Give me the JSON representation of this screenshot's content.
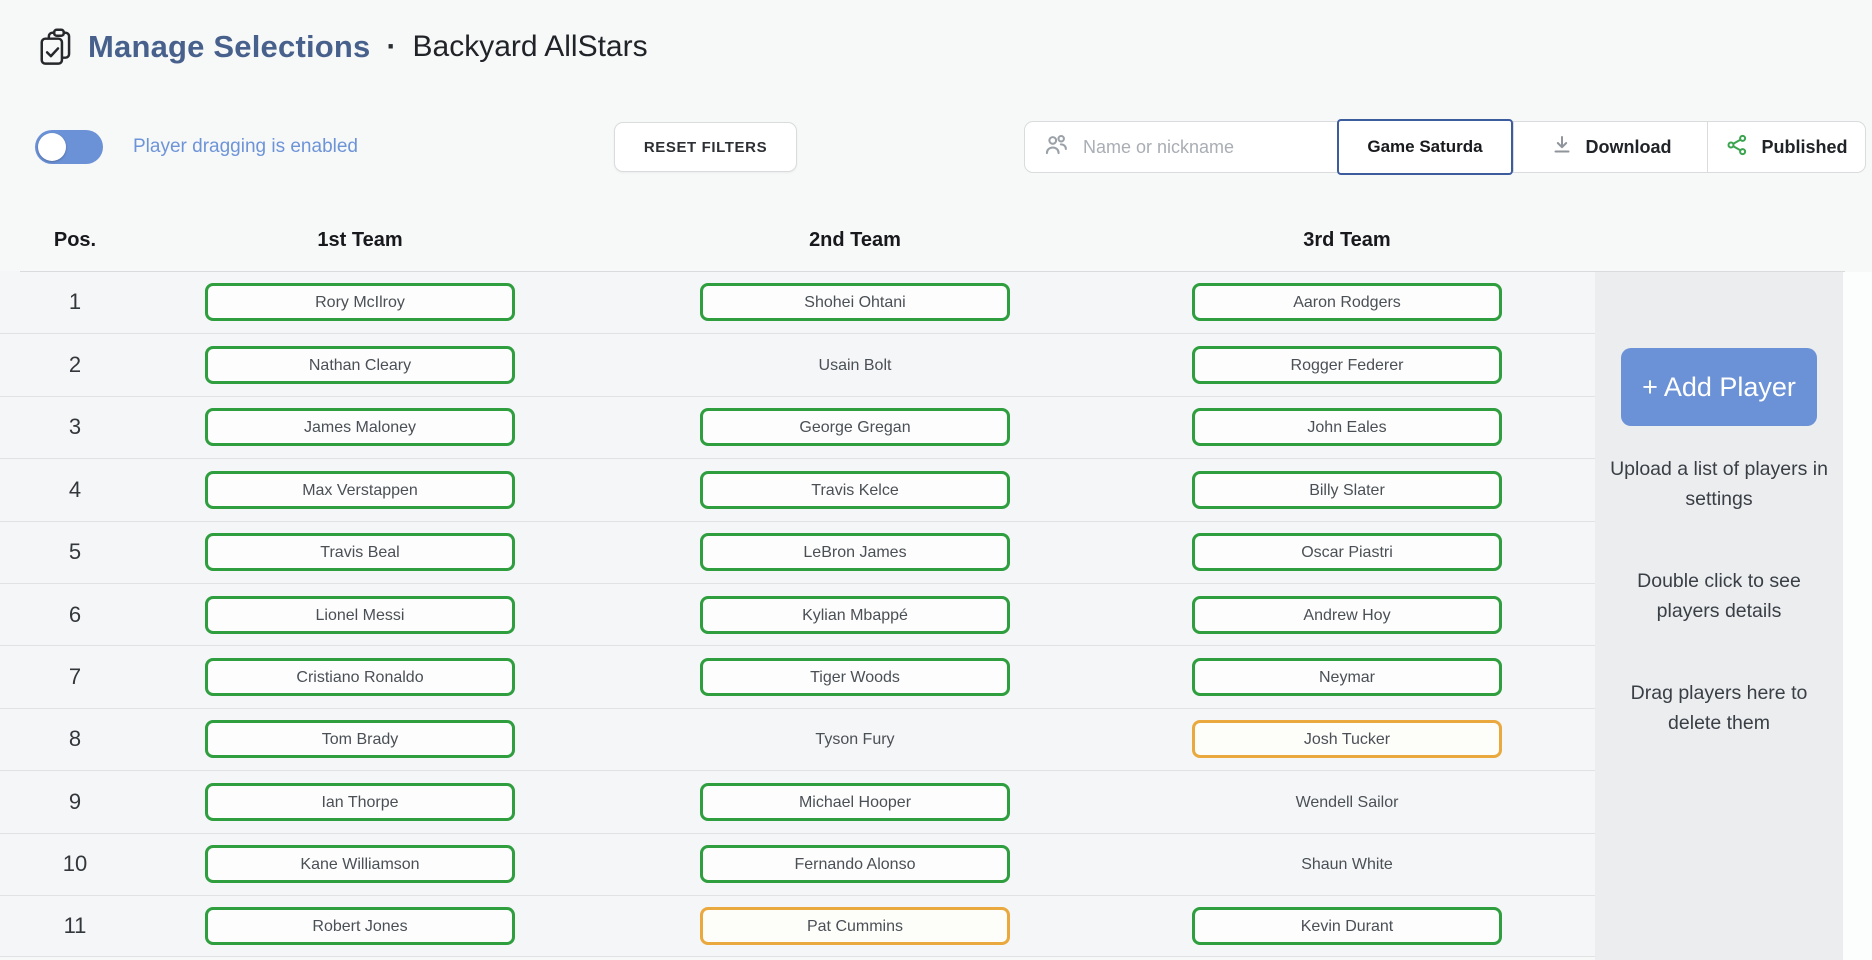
{
  "header": {
    "title": "Manage Selections",
    "separator": "·",
    "subtitle": "Backyard AllStars"
  },
  "toolbar": {
    "toggle_label": "Player dragging is enabled",
    "toggle_state": "on",
    "reset_button": "RESET FILTERS",
    "search_placeholder": "Name or nickname",
    "game_filter": "Game Saturda",
    "download_label": "Download",
    "published_label": "Published"
  },
  "table": {
    "columns": [
      "Pos.",
      "1st Team",
      "2nd Team",
      "3rd Team"
    ],
    "rows": [
      {
        "pos": "1",
        "players": [
          {
            "name": "Rory McIlroy",
            "state": "selected"
          },
          {
            "name": "Shohei Ohtani",
            "state": "selected"
          },
          {
            "name": "Aaron Rodgers",
            "state": "selected"
          }
        ]
      },
      {
        "pos": "2",
        "players": [
          {
            "name": "Nathan Cleary",
            "state": "selected"
          },
          {
            "name": "Usain Bolt",
            "state": "none"
          },
          {
            "name": "Rogger Federer",
            "state": "selected"
          }
        ]
      },
      {
        "pos": "3",
        "players": [
          {
            "name": "James Maloney",
            "state": "selected"
          },
          {
            "name": "George Gregan",
            "state": "selected"
          },
          {
            "name": "John Eales",
            "state": "selected"
          }
        ]
      },
      {
        "pos": "4",
        "players": [
          {
            "name": "Max Verstappen",
            "state": "selected"
          },
          {
            "name": "Travis Kelce",
            "state": "selected"
          },
          {
            "name": "Billy Slater",
            "state": "selected"
          }
        ]
      },
      {
        "pos": "5",
        "players": [
          {
            "name": "Travis Beal",
            "state": "selected"
          },
          {
            "name": "LeBron James",
            "state": "selected"
          },
          {
            "name": "Oscar Piastri",
            "state": "selected"
          }
        ]
      },
      {
        "pos": "6",
        "players": [
          {
            "name": "Lionel Messi",
            "state": "selected"
          },
          {
            "name": "Kylian Mbappé",
            "state": "selected"
          },
          {
            "name": "Andrew Hoy",
            "state": "selected"
          }
        ]
      },
      {
        "pos": "7",
        "players": [
          {
            "name": "Cristiano Ronaldo",
            "state": "selected"
          },
          {
            "name": "Tiger Woods",
            "state": "selected"
          },
          {
            "name": "Neymar",
            "state": "selected"
          }
        ]
      },
      {
        "pos": "8",
        "players": [
          {
            "name": "Tom Brady",
            "state": "selected"
          },
          {
            "name": "Tyson Fury",
            "state": "none"
          },
          {
            "name": "Josh Tucker",
            "state": "warning"
          }
        ]
      },
      {
        "pos": "9",
        "players": [
          {
            "name": "Ian Thorpe",
            "state": "selected"
          },
          {
            "name": "Michael Hooper",
            "state": "selected"
          },
          {
            "name": "Wendell Sailor",
            "state": "none"
          }
        ]
      },
      {
        "pos": "10",
        "players": [
          {
            "name": "Kane Williamson",
            "state": "selected"
          },
          {
            "name": "Fernando Alonso",
            "state": "selected"
          },
          {
            "name": "Shaun White",
            "state": "none"
          }
        ]
      },
      {
        "pos": "11",
        "players": [
          {
            "name": "Robert Jones",
            "state": "selected"
          },
          {
            "name": "Pat Cummins",
            "state": "warning"
          },
          {
            "name": "Kevin Durant",
            "state": "selected"
          }
        ]
      }
    ]
  },
  "sidebar": {
    "add_player_label": "+ Add Player",
    "hints": [
      "Upload a list of players in settings",
      "Double click to see players details",
      "Drag players here to delete them"
    ]
  },
  "colors": {
    "accent_green": "#2e9e3e",
    "accent_orange": "#eaa93e",
    "accent_blue": "#6b91d6",
    "focus_blue": "#3d5c9d",
    "title_blue": "#47618c",
    "share_green": "#3aa54e"
  }
}
